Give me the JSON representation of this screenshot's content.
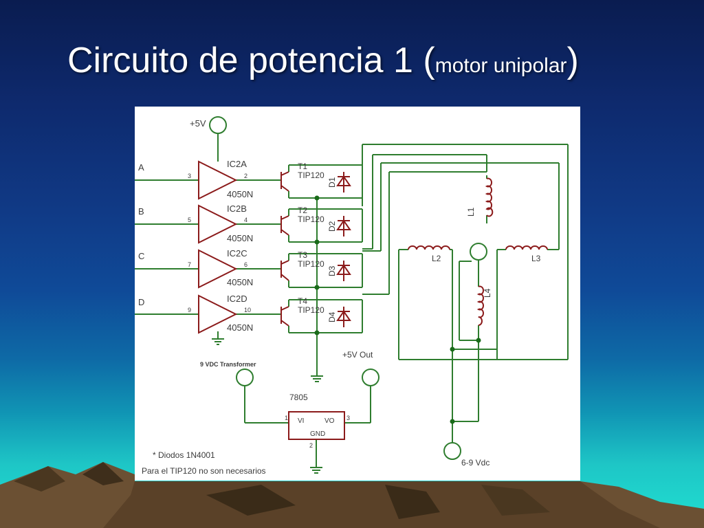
{
  "slide": {
    "title_main": "Circuito de potencia 1 (",
    "title_sub": "motor unipolar",
    "title_close": ")"
  },
  "schematic": {
    "supply_5v": "+5V",
    "inputs": [
      {
        "label": "A",
        "ic": "IC2A",
        "pin_in": "3",
        "pin_out": "2",
        "part": "4050N",
        "transistor": "T1",
        "model": "TIP120",
        "diode": "D1"
      },
      {
        "label": "B",
        "ic": "IC2B",
        "pin_in": "5",
        "pin_out": "4",
        "part": "4050N",
        "transistor": "T2",
        "model": "TIP120",
        "diode": "D2"
      },
      {
        "label": "C",
        "ic": "IC2C",
        "pin_in": "7",
        "pin_out": "6",
        "part": "4050N",
        "transistor": "T3",
        "model": "TIP120",
        "diode": "D3"
      },
      {
        "label": "D",
        "ic": "IC2D",
        "pin_in": "9",
        "pin_out": "10",
        "part": "4050N",
        "transistor": "T4",
        "model": "TIP120",
        "diode": "D4"
      }
    ],
    "coils": [
      "L1",
      "L2",
      "L3",
      "L4"
    ],
    "transformer_label": "9 VDC Transformer",
    "out_label": "+5V Out",
    "regulator": {
      "name": "7805",
      "vi": "VI",
      "vo": "VO",
      "gnd": "GND",
      "pin1": "1",
      "pin2": "2",
      "pin3": "3"
    },
    "motor_supply": "6-9 Vdc",
    "note_line1": "* Diodos 1N4001",
    "note_line2": "Para el TIP120 no son necesarios"
  },
  "colors": {
    "wire_green": "#2e7d2e",
    "component_red": "#8b1a1a",
    "junction": "#1a6b1a"
  }
}
